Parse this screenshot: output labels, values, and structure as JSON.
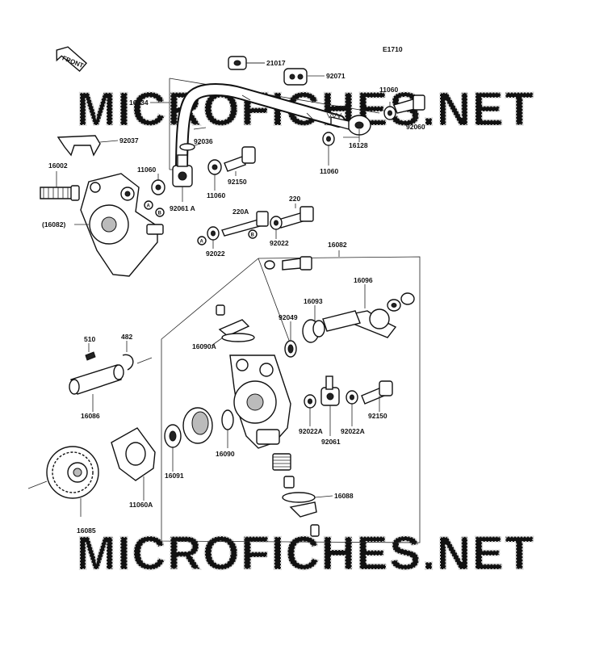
{
  "diagram_code": "E1710",
  "front_label": "FRONT",
  "watermark": "MICROFICHES.NET",
  "parts": {
    "p21017": "21017",
    "p92071": "92071",
    "p16134": "16134",
    "p92036a": "92036",
    "p11060a": "11060",
    "p92060": "92060",
    "p16128": "16128",
    "p11060b": "11060",
    "p92037": "92037",
    "p92036b": "92036",
    "p16002": "16002",
    "p11060c": "11060",
    "p92150a": "92150",
    "p11060d": "11060",
    "p92061a": "92061 A",
    "p16082a": "(16082)",
    "p220a": "220A",
    "p220": "220",
    "p92022a": "92022",
    "p92022b": "92022",
    "p16082b": "16082",
    "p16096": "16096",
    "p16093": "16093",
    "p92049": "92049",
    "p16090a": "16090A",
    "p510": "510",
    "p482": "482",
    "p16086": "16086",
    "p92022A": "92022A",
    "p92150b": "92150",
    "p92022Ab": "92022A",
    "p92061": "92061",
    "p16090": "16090",
    "p16091": "16091",
    "p11060A": "11060A",
    "p16088": "16088",
    "p16085": "16085"
  },
  "markers": {
    "a": "A",
    "b": "B"
  }
}
